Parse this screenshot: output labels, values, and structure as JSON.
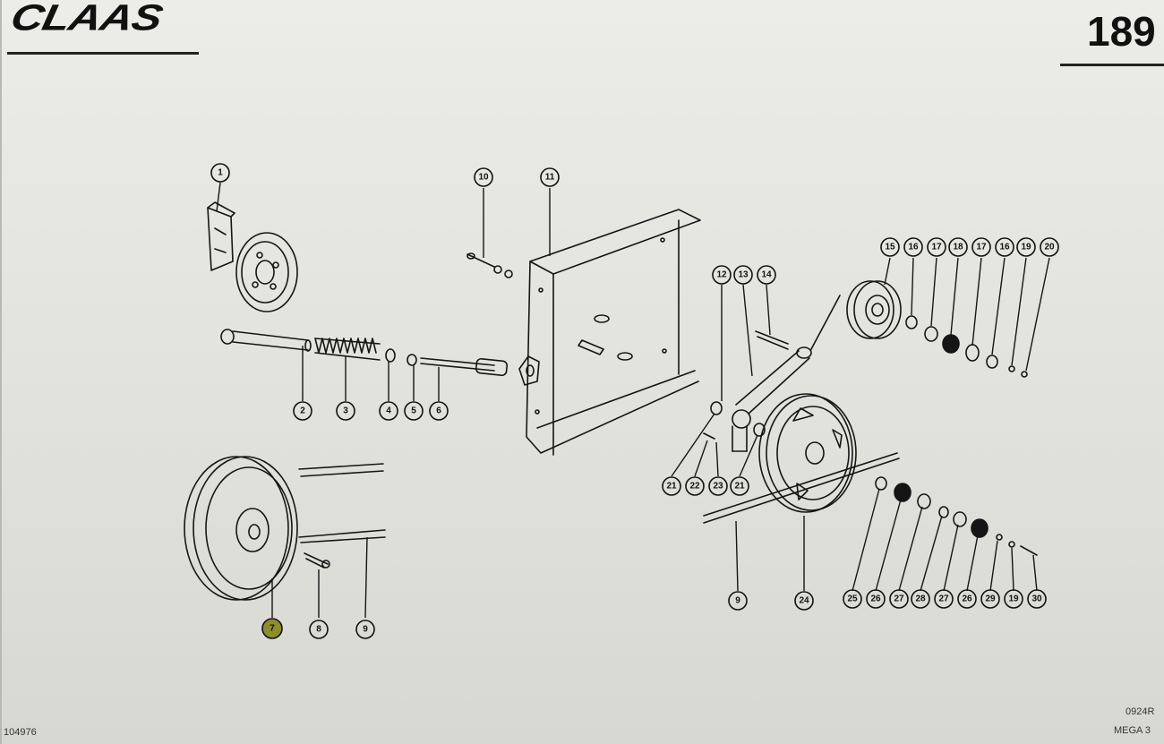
{
  "header": {
    "brand": "CLAAS",
    "page_number": "189"
  },
  "footer": {
    "left_code": "104976",
    "right_code_1": "0924R",
    "right_code_2": "MEGA 3"
  },
  "callouts": {
    "c1": "1",
    "c10": "10",
    "c11": "11",
    "c2": "2",
    "c3": "3",
    "c4": "4",
    "c5": "5",
    "c6": "6",
    "c12": "12",
    "c13": "13",
    "c14": "14",
    "c15": "15",
    "c16a": "16",
    "c17a": "17",
    "c18": "18",
    "c17b": "17",
    "c16b": "16",
    "c19a": "19",
    "c20": "20",
    "c21a": "21",
    "c22": "22",
    "c23": "23",
    "c21b": "21",
    "c9a": "9",
    "c24": "24",
    "c25": "25",
    "c26a": "26",
    "c27a": "27",
    "c28": "28",
    "c27b": "27",
    "c26b": "26",
    "c29": "29",
    "c19b": "19",
    "c30": "30",
    "c7": "7",
    "c8": "8",
    "c9b": "9"
  },
  "highlight_color": "#8a8e2c"
}
